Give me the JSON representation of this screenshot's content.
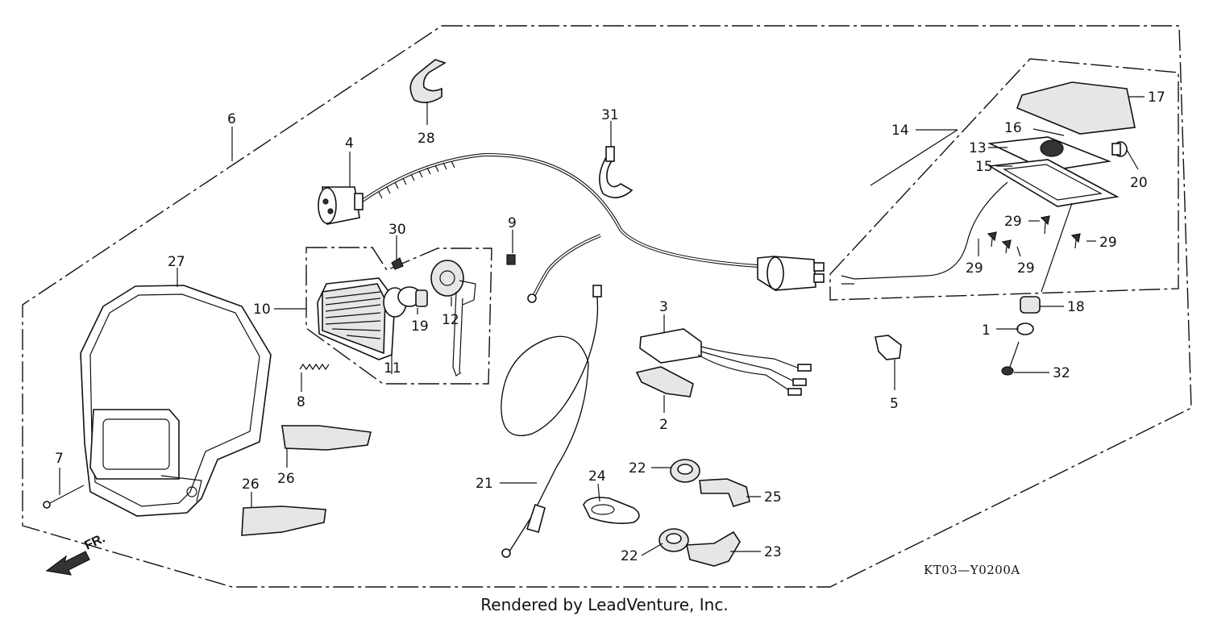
{
  "diagram_code": "KT03—Y0200A",
  "footer_text": "Rendered by LeadVenture, Inc.",
  "direction_label": "FR.",
  "callouts": {
    "c1": "1",
    "c2": "2",
    "c3": "3",
    "c4": "4",
    "c5": "5",
    "c6": "6",
    "c7": "7",
    "c8": "8",
    "c9": "9",
    "c10": "10",
    "c11": "11",
    "c12": "12",
    "c13": "13",
    "c14": "14",
    "c15": "15",
    "c16": "16",
    "c17": "17",
    "c18": "18",
    "c19": "19",
    "c20": "20",
    "c21": "21",
    "c22a": "22",
    "c22b": "22",
    "c23": "23",
    "c24": "24",
    "c25": "25",
    "c26a": "26",
    "c26b": "26",
    "c27": "27",
    "c28": "28",
    "c29a": "29",
    "c29b": "29",
    "c29c": "29",
    "c29d": "29",
    "c30": "30",
    "c31": "31",
    "c32": "32"
  }
}
